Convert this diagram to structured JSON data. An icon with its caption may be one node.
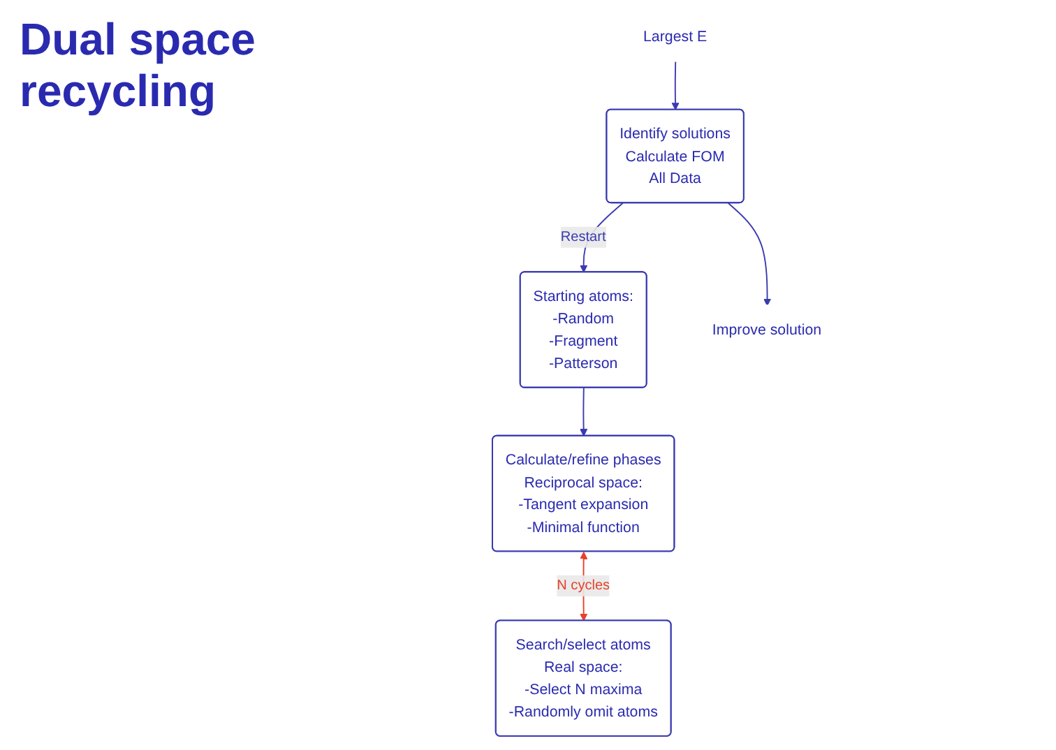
{
  "diagram": {
    "title": "Dual space recycling",
    "nodes": [
      {
        "text": [
          "Starting atoms:",
          "-Random",
          "-Fragment",
          "-Patterson"
        ]
      },
      {
        "text": [
          "Calculate/refine phases",
          "Reciprocal space:",
          "-Tangent expansion",
          "-Minimal function"
        ]
      },
      {
        "text": [
          "Search/select atoms",
          "Real space:",
          "-Select N maxima",
          "-Randomly omit atoms"
        ]
      },
      {
        "text": [
          "Largest E"
        ]
      },
      {
        "text": [
          "Identify solutions",
          "Calculate FOM",
          "All Data"
        ]
      },
      {
        "text": [
          "Improve solution"
        ]
      }
    ],
    "edges": [
      {
        "from": 0,
        "to": 1,
        "arrow": "to"
      },
      {
        "from": 1,
        "to": 2,
        "arrow": "both",
        "label": "N cycles",
        "color": "#e8402a"
      },
      {
        "from": 3,
        "to": 4,
        "arrow": "to"
      },
      {
        "from": 4,
        "to": 5,
        "arrow": "to"
      },
      {
        "from": 4,
        "to": 0,
        "arrow": "to",
        "label": "Restart"
      }
    ]
  }
}
